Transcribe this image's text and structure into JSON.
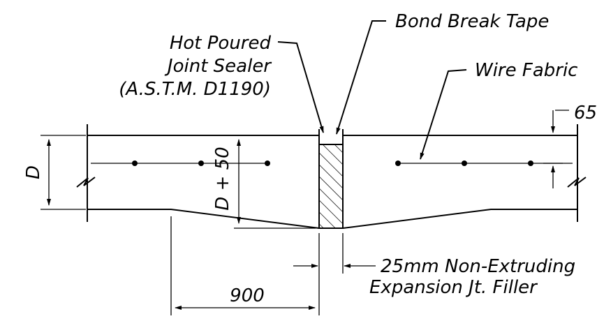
{
  "labels": {
    "hot_poured_1": "Hot Poured",
    "hot_poured_2": "Joint Sealer",
    "hot_poured_3": "(A.S.T.M. D1190)",
    "bond_break": "Bond Break Tape",
    "wire_fabric": "Wire Fabric",
    "cover": "65",
    "depth": "D",
    "thickened_depth": "D + 50",
    "filler_1": "25mm Non-Extruding",
    "filler_2": "Expansion Jt. Filler",
    "taper_length": "900"
  },
  "colors": {
    "line": "#000000",
    "background": "#ffffff"
  }
}
